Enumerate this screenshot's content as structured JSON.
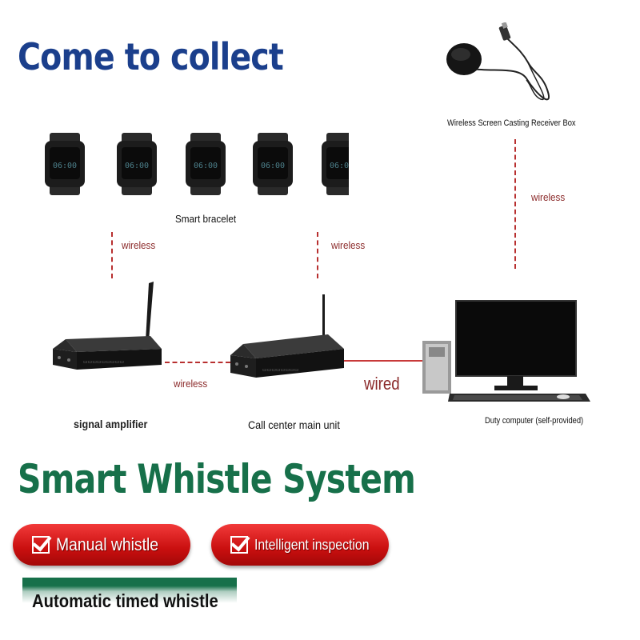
{
  "header": {
    "title": "Come to collect"
  },
  "devices": {
    "receiver_box": "Wireless Screen Casting Receiver Box",
    "bracelet": "Smart bracelet",
    "bracelet_time": "06:00",
    "amplifier": "signal amplifier",
    "main_unit": "Call center main unit",
    "computer": "Duty computer (self-provided)"
  },
  "links": {
    "wireless": "wireless",
    "wired": "wired"
  },
  "system": {
    "title": "Smart Whistle System",
    "features": [
      "Manual whistle",
      "Intelligent inspection",
      "Automatic timed whistle"
    ]
  },
  "colors": {
    "title_blue": "#1b3f8c",
    "title_green": "#17704a",
    "link_red": "#b83030",
    "pill_red": "#d61a1a"
  }
}
